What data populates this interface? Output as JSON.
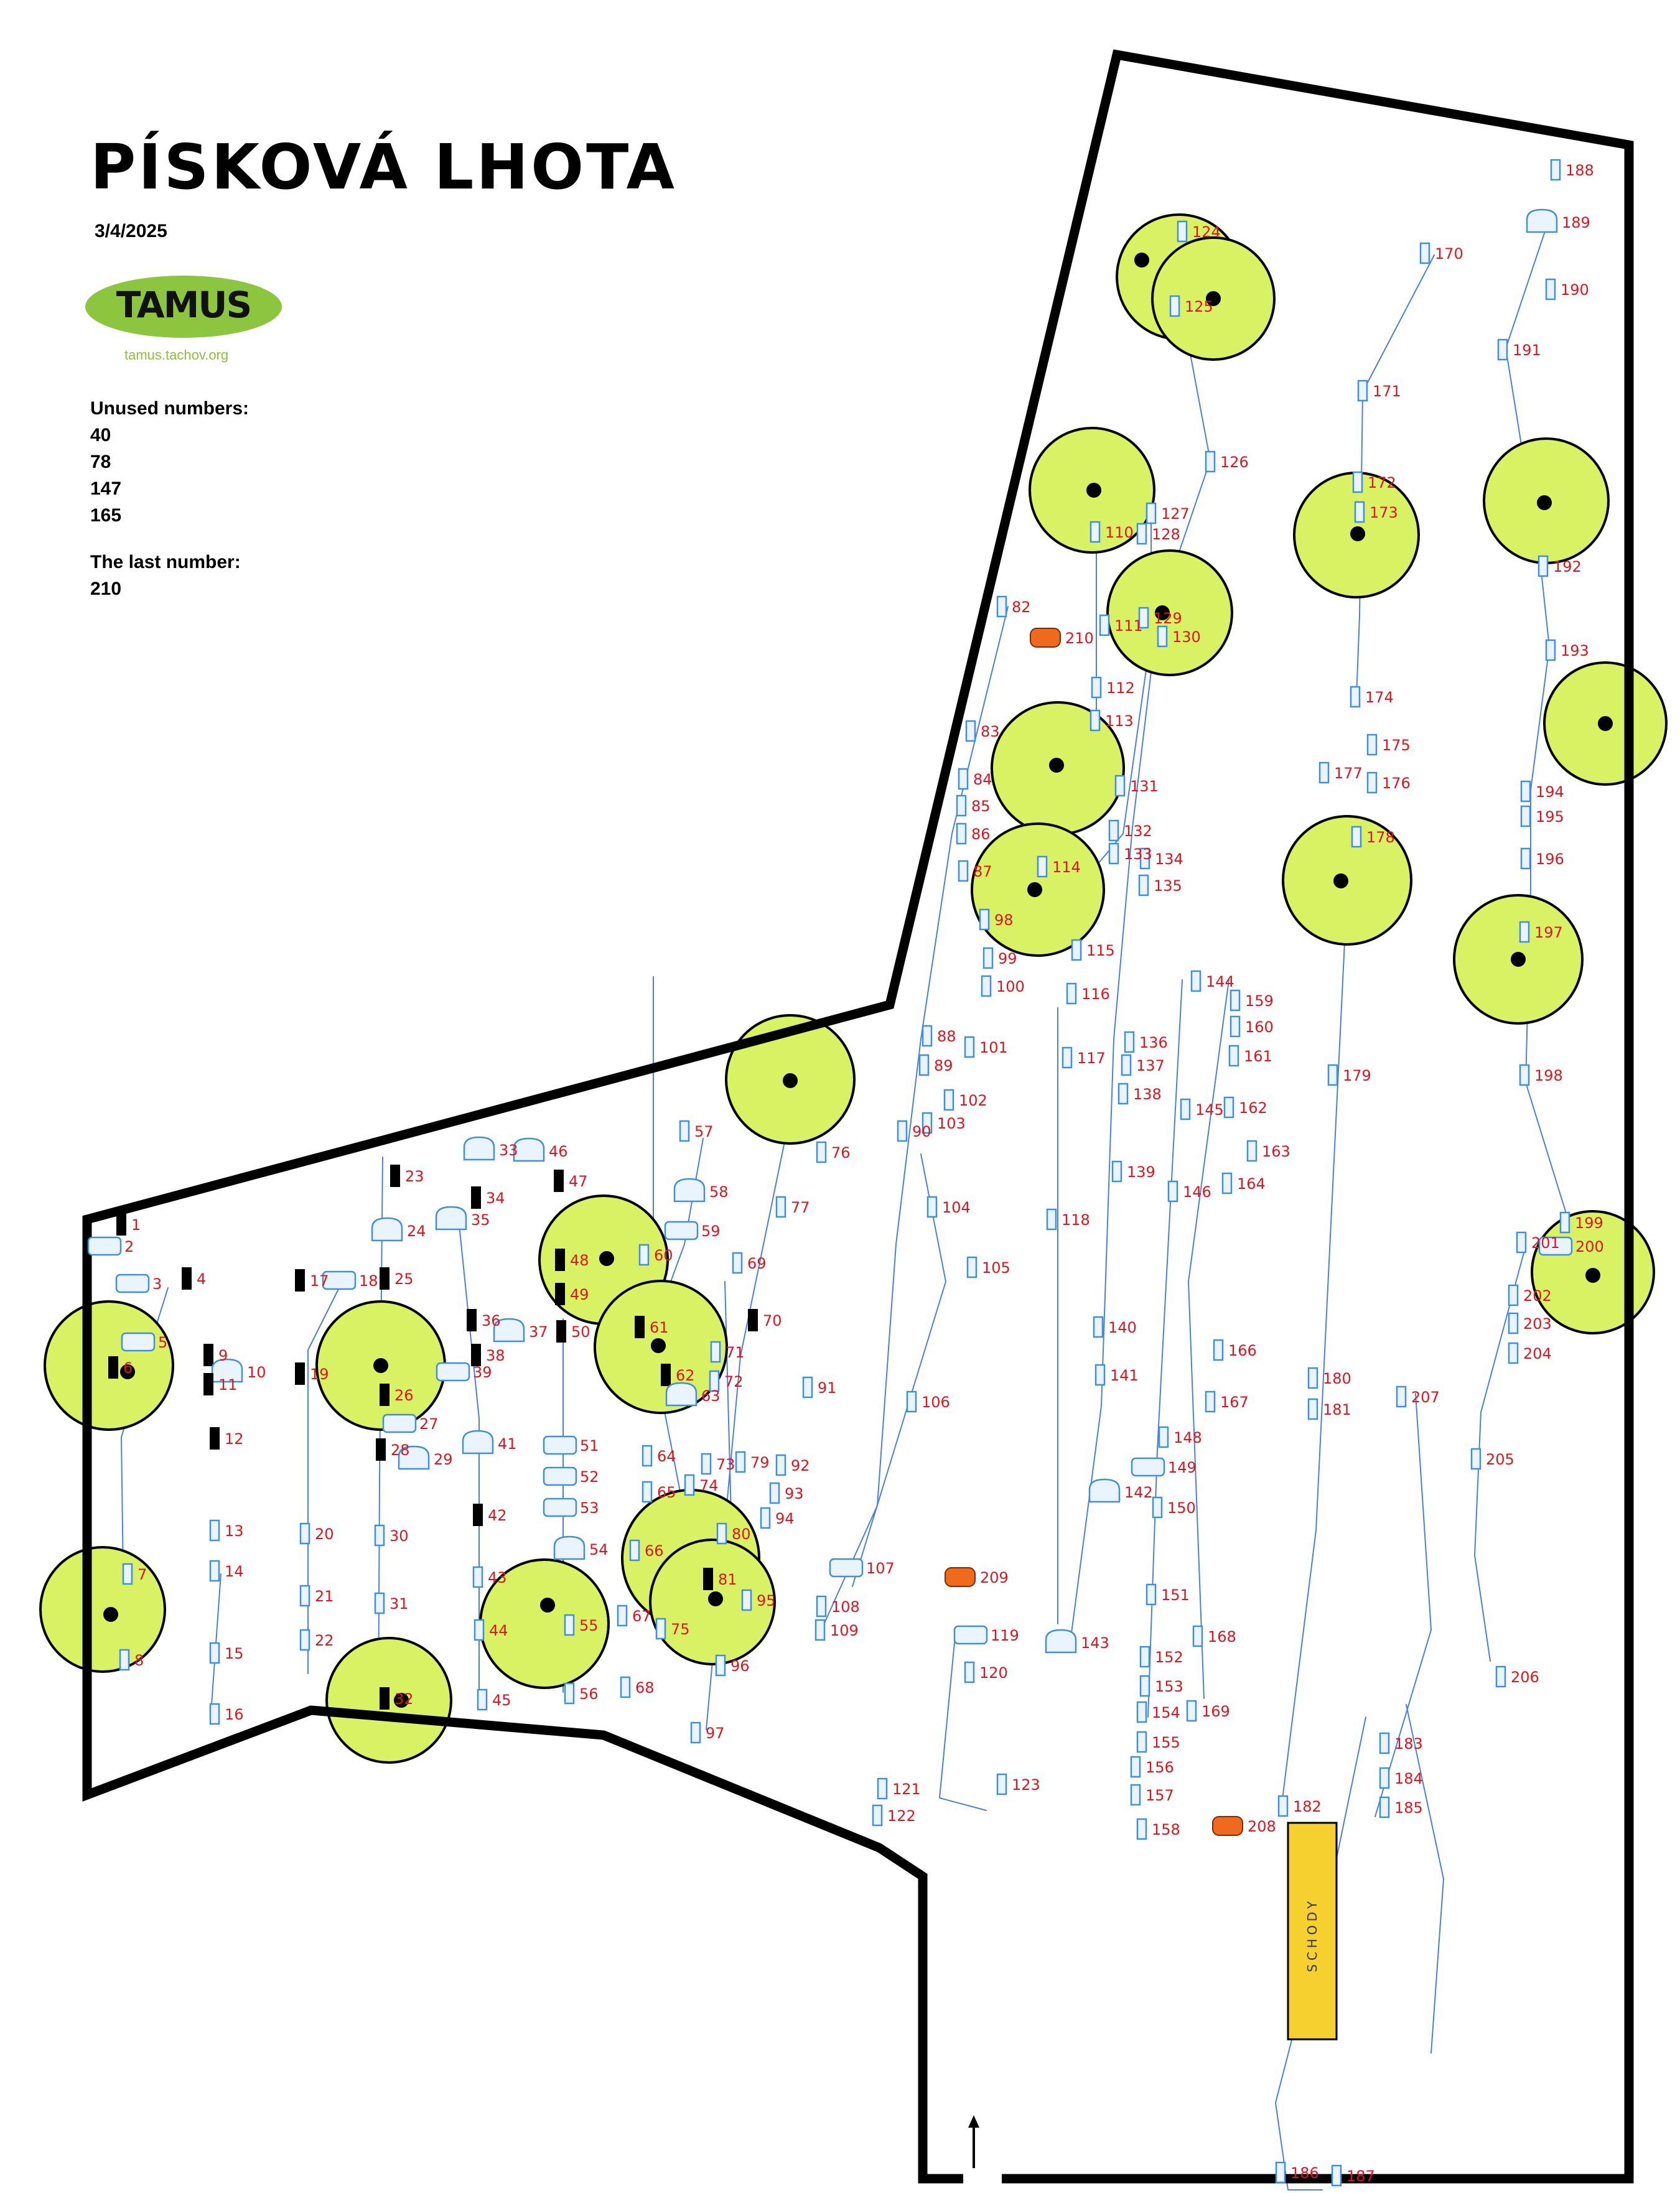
{
  "header": {
    "title": "PÍSKOVÁ LHOTA",
    "date": "3/4/2025",
    "logo_text": "TAMUS",
    "logo_url": "tamus.tachov.org"
  },
  "info": {
    "unused_label": "Unused numbers:",
    "unused_numbers": [
      "40",
      "78",
      "147",
      "165"
    ],
    "last_label": "The last number:",
    "last_number": "210"
  },
  "map_labels": {
    "stairs": "SCHODY"
  },
  "colors": {
    "boundary": "#000000",
    "tree_fill": "#d9f263",
    "grave_stroke": "#3f8fe0",
    "grave_fill": "#eaf4ff",
    "number": "#e0141e",
    "highlight": "#f06a1e",
    "stairs": "#f6d02e",
    "route": "#4a7fdc"
  },
  "plots": [
    "1",
    "2",
    "3",
    "4",
    "5",
    "6",
    "7",
    "8",
    "9",
    "10",
    "11",
    "12",
    "13",
    "14",
    "15",
    "16",
    "17",
    "18",
    "19",
    "20",
    "21",
    "22",
    "23",
    "24",
    "25",
    "26",
    "27",
    "28",
    "29",
    "30",
    "31",
    "32",
    "33",
    "34",
    "35",
    "36",
    "37",
    "38",
    "39",
    "41",
    "42",
    "43",
    "44",
    "45",
    "46",
    "47",
    "48",
    "49",
    "50",
    "51",
    "52",
    "53",
    "54",
    "55",
    "56",
    "57",
    "58",
    "59",
    "60",
    "61",
    "62",
    "63",
    "64",
    "65",
    "66",
    "67",
    "68",
    "69",
    "70",
    "71",
    "72",
    "73",
    "74",
    "75",
    "76",
    "77",
    "79",
    "80",
    "81",
    "82",
    "83",
    "84",
    "85",
    "86",
    "87",
    "88",
    "89",
    "90",
    "91",
    "92",
    "93",
    "94",
    "95",
    "96",
    "97",
    "98",
    "99",
    "100",
    "101",
    "102",
    "103",
    "104",
    "105",
    "106",
    "107",
    "108",
    "109",
    "110",
    "111",
    "112",
    "113",
    "114",
    "115",
    "116",
    "117",
    "118",
    "119",
    "120",
    "121",
    "122",
    "123",
    "124",
    "125",
    "126",
    "127",
    "128",
    "129",
    "130",
    "131",
    "132",
    "133",
    "134",
    "135",
    "136",
    "137",
    "138",
    "139",
    "140",
    "141",
    "142",
    "143",
    "144",
    "145",
    "146",
    "148",
    "149",
    "150",
    "151",
    "152",
    "153",
    "154",
    "155",
    "156",
    "157",
    "158",
    "159",
    "160",
    "161",
    "162",
    "163",
    "164",
    "166",
    "167",
    "168",
    "169",
    "170",
    "171",
    "172",
    "173",
    "174",
    "175",
    "176",
    "177",
    "178",
    "179",
    "180",
    "181",
    "182",
    "183",
    "184",
    "185",
    "186",
    "187",
    "188",
    "189",
    "190",
    "191",
    "192",
    "193",
    "194",
    "195",
    "196",
    "197",
    "198",
    "199",
    "200",
    "201",
    "202",
    "203",
    "204",
    "205",
    "206",
    "207",
    "208",
    "209",
    "210"
  ]
}
